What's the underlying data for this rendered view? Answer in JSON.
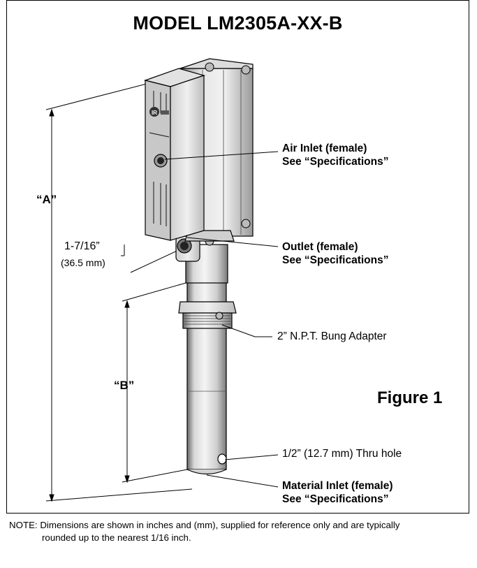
{
  "title": "MODEL LM2305A-XX-B",
  "figure_label": "Figure 1",
  "dimensions": {
    "a_label": "“A”",
    "b_label": "“B”",
    "outlet_offset": "1-7/16”",
    "outlet_offset_mm": "(36.5 mm)"
  },
  "callouts": {
    "air_inlet": {
      "title": "Air Inlet (female)",
      "sub": "See “Specifications”"
    },
    "outlet": {
      "title": "Outlet (female)",
      "sub": "See “Specifications”"
    },
    "bung": "2” N.P.T. Bung Adapter",
    "thru_hole": "1/2” (12.7 mm) Thru hole",
    "material_inlet": {
      "title": "Material Inlet (female)",
      "sub": "See “Specifications”"
    }
  },
  "note": {
    "line1": "NOTE:  Dimensions are shown in inches and (mm), supplied for reference only and are typically",
    "line2": "rounded up to the nearest 1/16 inch."
  },
  "logo_text": "IR"
}
